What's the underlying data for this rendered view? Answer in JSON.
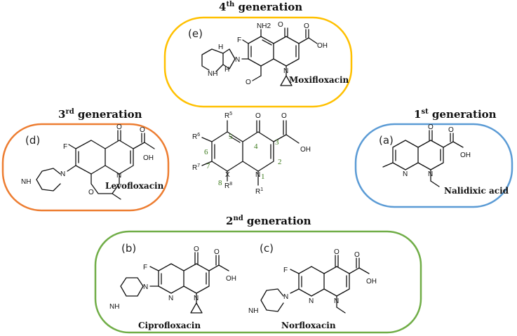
{
  "generations": {
    "first": {
      "title": "1st generation",
      "title_main": "1",
      "title_sup": "st",
      "title_rest": " generation",
      "color": "#5b9bd5"
    },
    "second": {
      "title": "2nd generation",
      "title_main": "2",
      "title_sup": "nd",
      "title_rest": " generation",
      "color": "#70ad47"
    },
    "third": {
      "title": "3rd generation",
      "title_main": "3",
      "title_sup": "rd",
      "title_rest": " generation",
      "color": "#ed7d31"
    },
    "fourth": {
      "title": "4th generation",
      "title_main": "4",
      "title_sup": "th",
      "title_rest": " generation",
      "color": "#ffc000"
    }
  },
  "drugs": {
    "a": {
      "letter": "(a)",
      "name": "Nalidixic acid"
    },
    "b": {
      "letter": "(b)",
      "name": "Ciprofloxacin"
    },
    "c": {
      "letter": "(c)",
      "name": "Norfloxacin"
    },
    "d": {
      "letter": "(d)",
      "name": "Levofloxacin"
    },
    "e": {
      "letter": "(e)",
      "name": "Moxifloxacin"
    }
  },
  "core": {
    "positions": [
      "1",
      "2",
      "3",
      "4",
      "5",
      "6",
      "7",
      "8"
    ],
    "substituents": [
      "R5",
      "R6",
      "R7",
      "R8",
      "R1",
      "X"
    ]
  },
  "atom_labels": {
    "O": "O",
    "OH": "OH",
    "N": "N",
    "F": "F",
    "NH": "NH",
    "NH2": "NH2",
    "H": "H",
    "X": "X",
    "R": "R",
    "sup1": "1",
    "sup5": "5",
    "sup6": "6",
    "sup7": "7",
    "sup8": "8"
  }
}
